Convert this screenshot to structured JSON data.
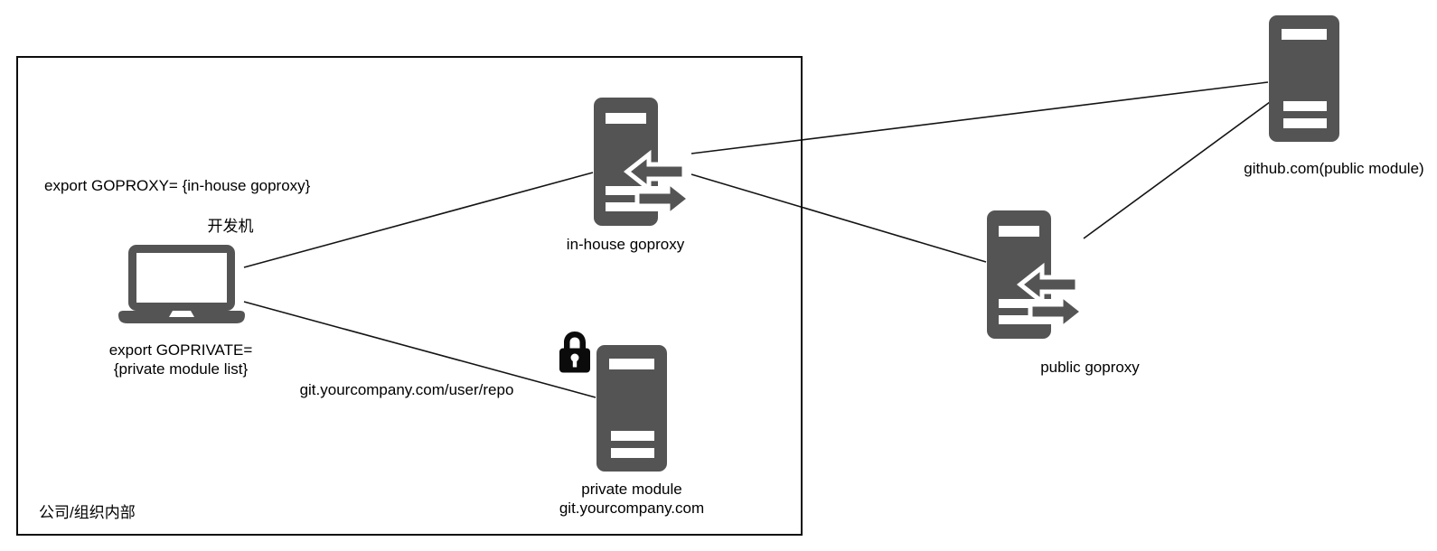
{
  "colors": {
    "background": "#ffffff",
    "text": "#000000",
    "line": "#141414",
    "border": "#0d0d0d",
    "icon": "#545454",
    "icon_detail": "#ffffff",
    "lock": "#0b0b0b"
  },
  "diagram": {
    "boundary_label": "公司/组织内部",
    "dev_machine": {
      "title": "开发机",
      "goproxy_env": "export GOPROXY= {in-house goproxy}",
      "goprivate_line1": "export GOPRIVATE=",
      "goprivate_line2": "{private module list}"
    },
    "inhouse_goproxy": {
      "label": "in-house goproxy"
    },
    "private_module": {
      "name": "private module",
      "host": "git.yourcompany.com"
    },
    "public_goproxy": {
      "label": "public goproxy"
    },
    "github": {
      "label": "github.com(public module)"
    },
    "edges": {
      "dev_to_private_repo": "git.yourcompany.com/user/repo"
    }
  }
}
